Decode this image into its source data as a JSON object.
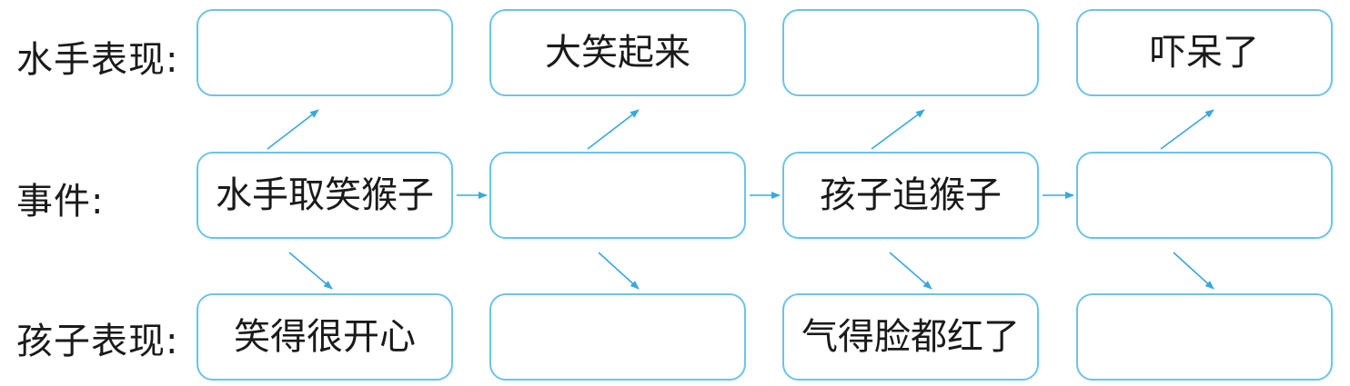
{
  "rows": {
    "sailor": {
      "label": "水手表现:",
      "cells": [
        "",
        "大笑起来",
        "",
        "吓呆了"
      ]
    },
    "event": {
      "label": "事件:",
      "cells": [
        "水手取笑猴子",
        "",
        "孩子追猴子",
        ""
      ]
    },
    "child": {
      "label": "孩子表现:",
      "cells": [
        "笑得很开心",
        "",
        "气得脸都红了",
        ""
      ]
    }
  },
  "colors": {
    "box_border": "#6cc3e8",
    "arrow": "#3aa7dd",
    "text": "#1a1a1a"
  }
}
